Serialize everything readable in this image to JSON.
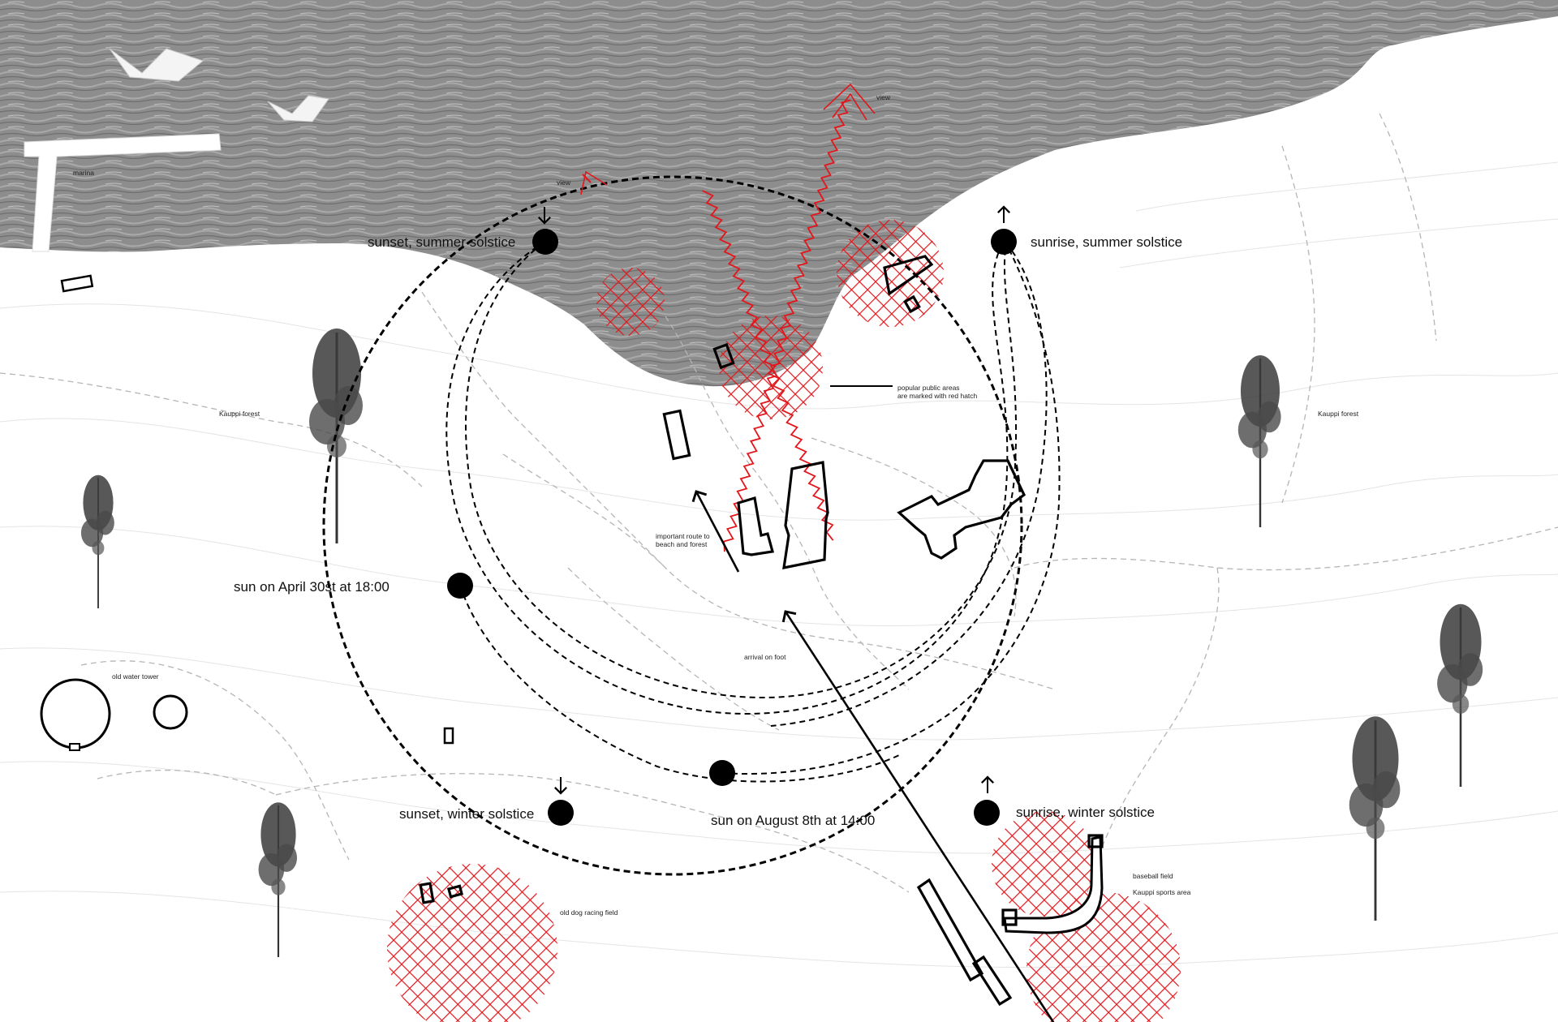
{
  "labels": {
    "sunset_summer": "sunset, summer solstice",
    "sunrise_summer": "sunrise, summer solstice",
    "sunset_winter": "sunset, winter solstice",
    "sunrise_winter": "sunrise, winter solstice",
    "sun_april": "sun on April 30st at 18:00",
    "sun_august": "sun on August 8th at 14:00",
    "marina": "marina",
    "view_left": "view",
    "view_right": "view",
    "public_areas_1": "popular public areas",
    "public_areas_2": "are marked with red hatch",
    "kauppi_forest_left": "Kauppi forest",
    "kauppi_forest_right": "Kauppi forest",
    "old_water_tower": "old water tower",
    "route_1": "important route to",
    "route_2": "beach and forest",
    "arrival": "arrival on foot",
    "dog_field": "old dog racing field",
    "baseball_field": "baseball field",
    "sports_area": "Kauppi sports area"
  },
  "colors": {
    "water": "#8f8f8f",
    "hatch": "#e3161b",
    "ink": "#000000",
    "paths": "#b5b5b5",
    "tree": "#3a3a3a"
  }
}
